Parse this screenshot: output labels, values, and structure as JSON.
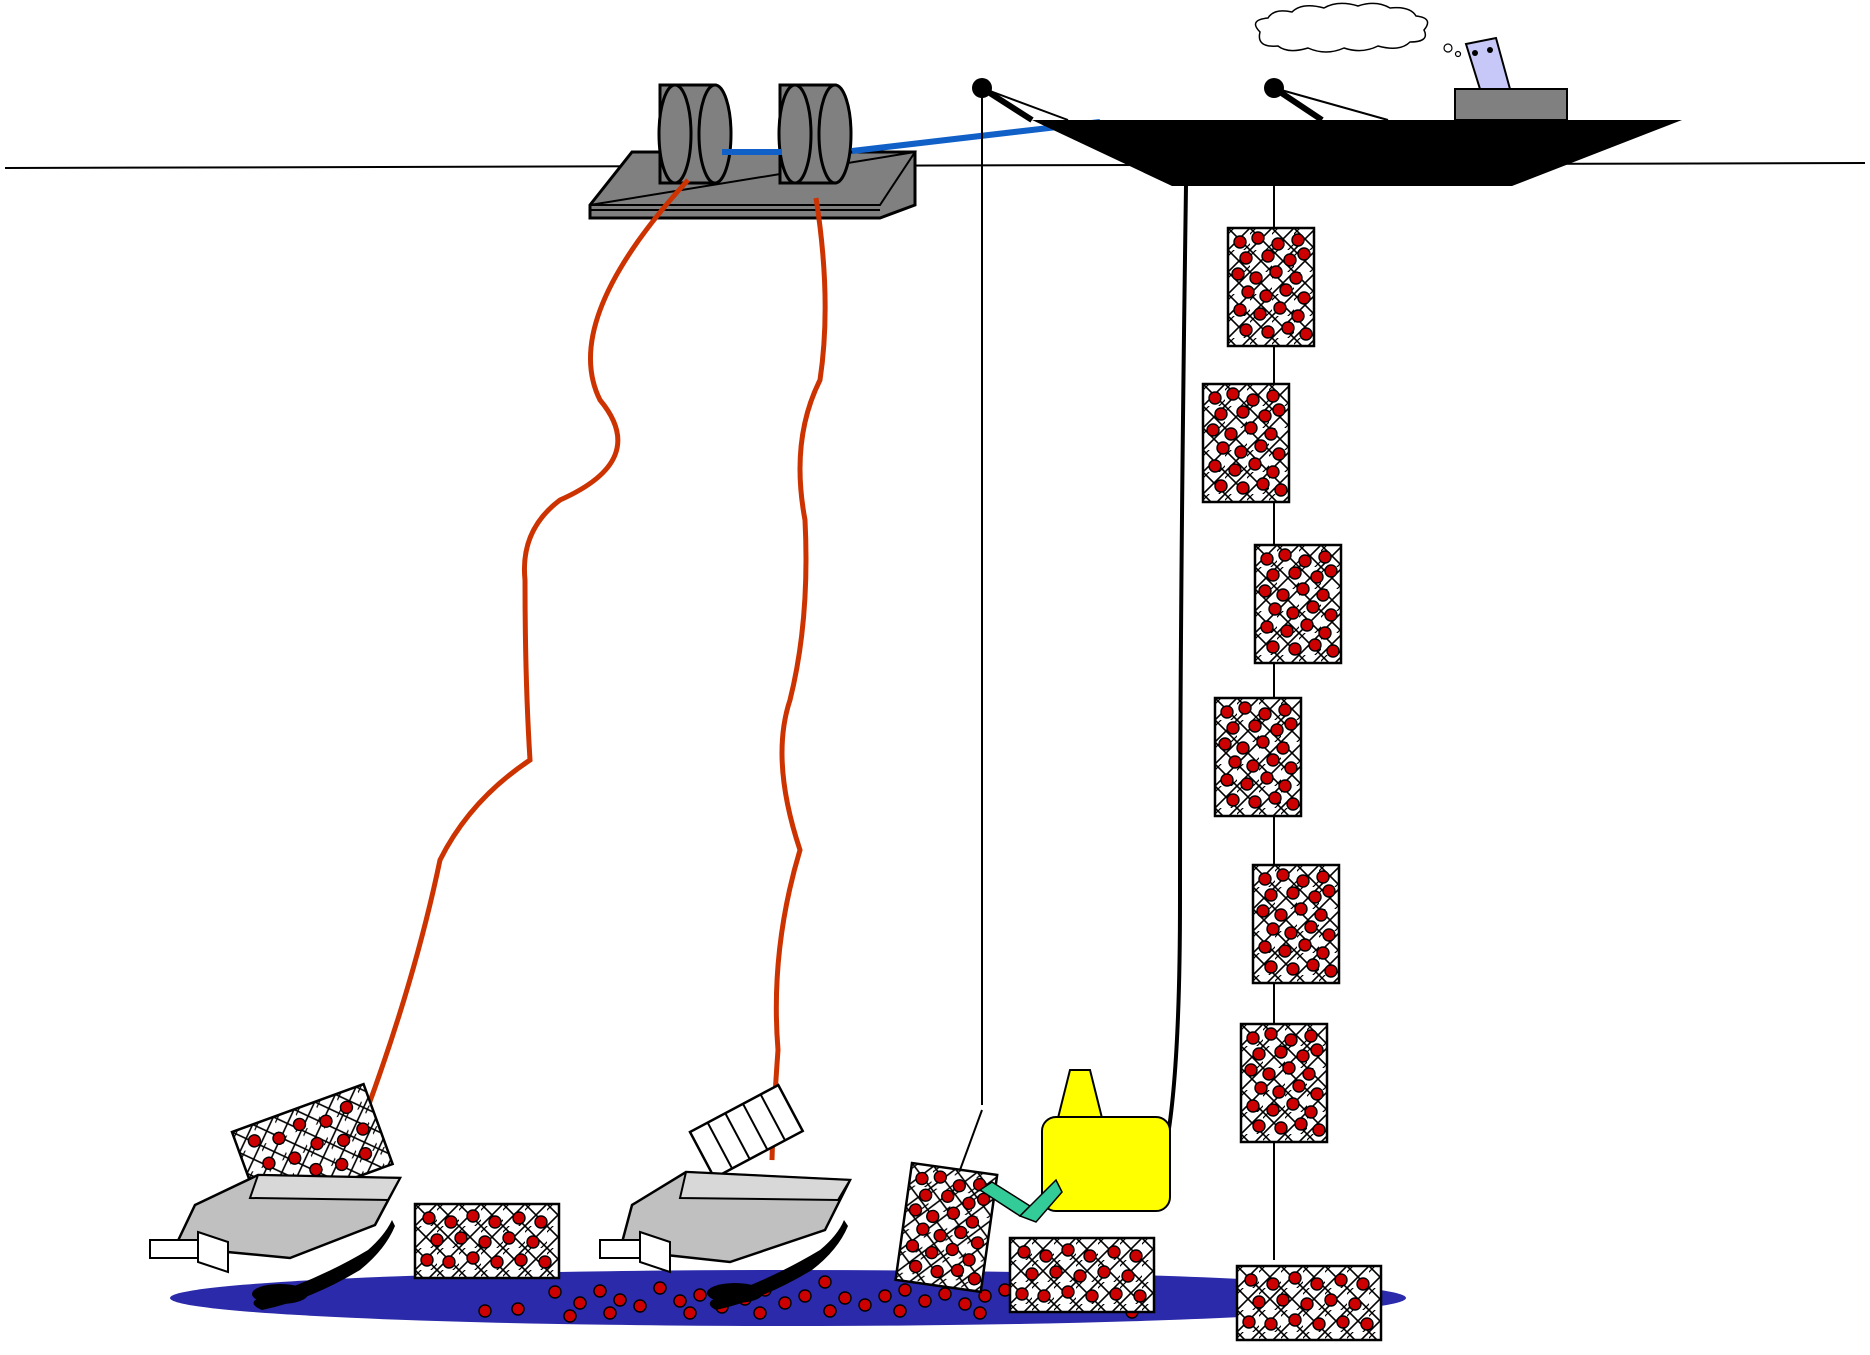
{
  "diagram": {
    "kind": "seabed-mining-system",
    "text_labels": [],
    "colors": {
      "background": "#ffffff",
      "waterline": "#000000",
      "vessel": "#000000",
      "deckhouse": "#808080",
      "cab_window": "#c8c8f8",
      "platform": "#808080",
      "drum": "#808080",
      "tow_line": "#1060c8",
      "umbilical": "#cc3300",
      "nodule": "#cc0000",
      "seabed_patch": "#2a2aaa",
      "crawler_body": "#c0c0c0",
      "crawler_track": "#000000",
      "collector": "#ffff00",
      "manipulator_arm": "#33cc99",
      "cage_fill": "#ffffff",
      "cage_mesh": "#000000"
    },
    "icons": {
      "vessel": "surface-vessel-icon",
      "cloud": "smoke-cloud-icon",
      "platform": "winch-platform-icon",
      "crawler": "seabed-crawler-icon",
      "cage": "nodule-cage-icon",
      "collector": "collector-unit-icon"
    },
    "counts": {
      "crawlers": 2,
      "umbilicals": 2,
      "hanging_cages": 6,
      "seabed_cages": 4
    }
  }
}
